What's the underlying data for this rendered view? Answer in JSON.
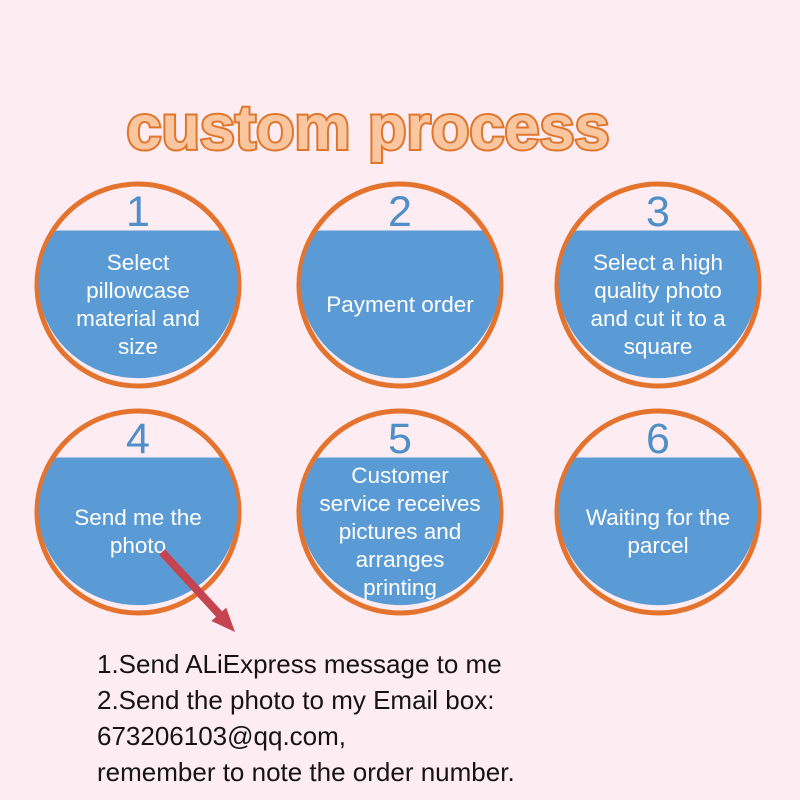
{
  "title": {
    "text": "custom process"
  },
  "steps": [
    {
      "number": "1",
      "label": "Select\npillowcase\nmaterial and\nsize"
    },
    {
      "number": "2",
      "label": "Payment order"
    },
    {
      "number": "3",
      "label": "Select a high\nquality photo\nand cut it to a\nsquare"
    },
    {
      "number": "4",
      "label": "Send me the\nphoto"
    },
    {
      "number": "5",
      "label": "Customer\nservice receives\npictures and\narranges\nprinting"
    },
    {
      "number": "6",
      "label": "Waiting for the\nparcel"
    }
  ],
  "notes": {
    "text": "1.Send ALiExpress message to me\n2.Send the photo to my Email box: 673206103@qq.com,\nremember to note the order number."
  },
  "colors": {
    "background": "#fdecf2",
    "ring_orange": "#e4732e",
    "circle_blue": "#5b9bd5",
    "number_blue": "#4e8fc8",
    "title_fill": "#f9c6a0",
    "title_stroke": "#e0752c",
    "arrow_red": "#c4454f",
    "label_text": "#ffffff",
    "notes_text": "#141414"
  }
}
